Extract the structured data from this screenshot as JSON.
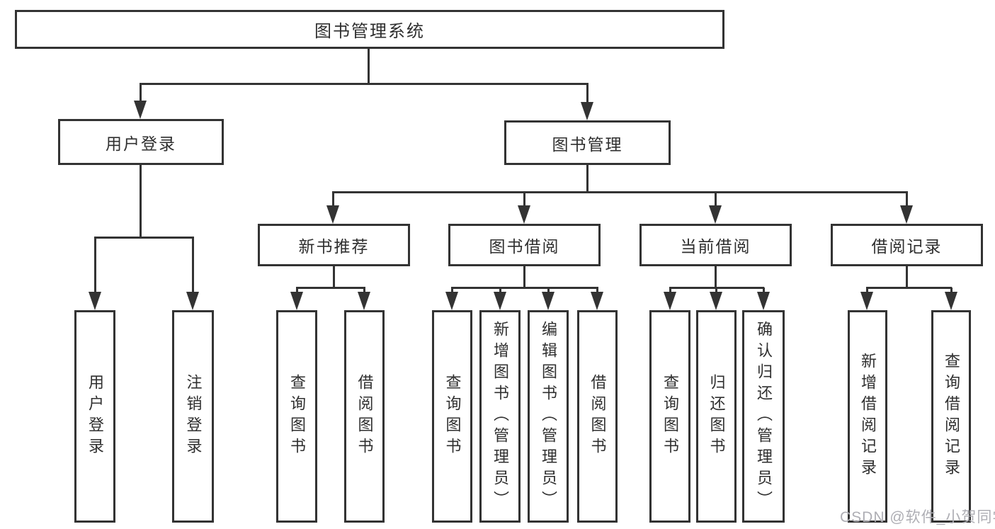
{
  "colors": {
    "line": "#333333",
    "text": "#2f2f2f",
    "background": "#ffffff",
    "watermark": "#aeaeb4"
  },
  "watermark": {
    "text": "CSDN @软件_小贺同学"
  },
  "tree": {
    "root": {
      "label": "图书管理系统",
      "children": [
        {
          "label": "用户登录",
          "children": [
            {
              "label": "用户登录"
            },
            {
              "label": "注销登录"
            }
          ]
        },
        {
          "label": "图书管理",
          "children": [
            {
              "label": "新书推荐",
              "children": [
                {
                  "label": "查询图书"
                },
                {
                  "label": "借阅图书"
                }
              ]
            },
            {
              "label": "图书借阅",
              "children": [
                {
                  "label": "查询图书"
                },
                {
                  "label": "新增图书（管理员）"
                },
                {
                  "label": "编辑图书（管理员）"
                },
                {
                  "label": "借阅图书"
                }
              ]
            },
            {
              "label": "当前借阅",
              "children": [
                {
                  "label": "查询图书"
                },
                {
                  "label": "归还图书"
                },
                {
                  "label": "确认归还（管理员）"
                }
              ]
            },
            {
              "label": "借阅记录",
              "children": [
                {
                  "label": "新增借阅记录"
                },
                {
                  "label": "查询借阅记录"
                }
              ]
            }
          ]
        }
      ]
    }
  }
}
